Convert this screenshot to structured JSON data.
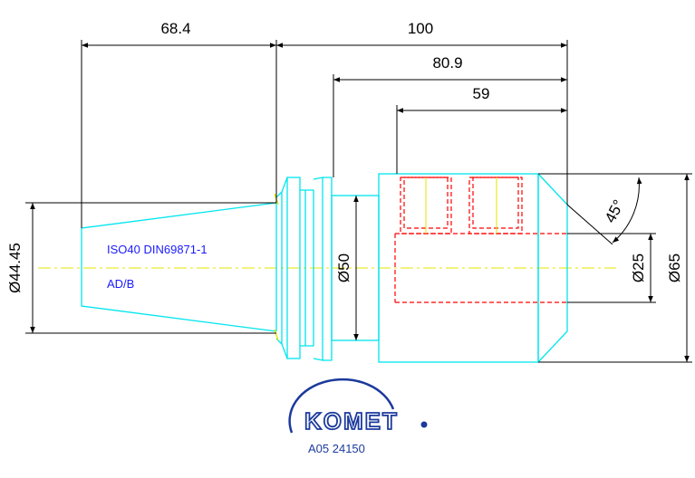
{
  "dimensions": {
    "taper_length": "68.4",
    "overall_length": "100",
    "length_80_9": "80.9",
    "length_59": "59",
    "dia_44_45": "Ø44.45",
    "dia_50": "Ø50",
    "dia_25": "Ø25",
    "dia_65": "Ø65",
    "chamfer_angle": "45°"
  },
  "labels": {
    "standard": "ISO40 DIN69871-1",
    "form": "AD/B"
  },
  "logo": {
    "brand": "KOMET",
    "part_number": "A05 24150"
  },
  "colors": {
    "outline": "#00e5ee",
    "dimension": "#000000",
    "hidden": "#ff0000",
    "centerline": "#e6e600",
    "text_blue": "#1a1aff",
    "logo_blue": "#1c3a9c"
  }
}
